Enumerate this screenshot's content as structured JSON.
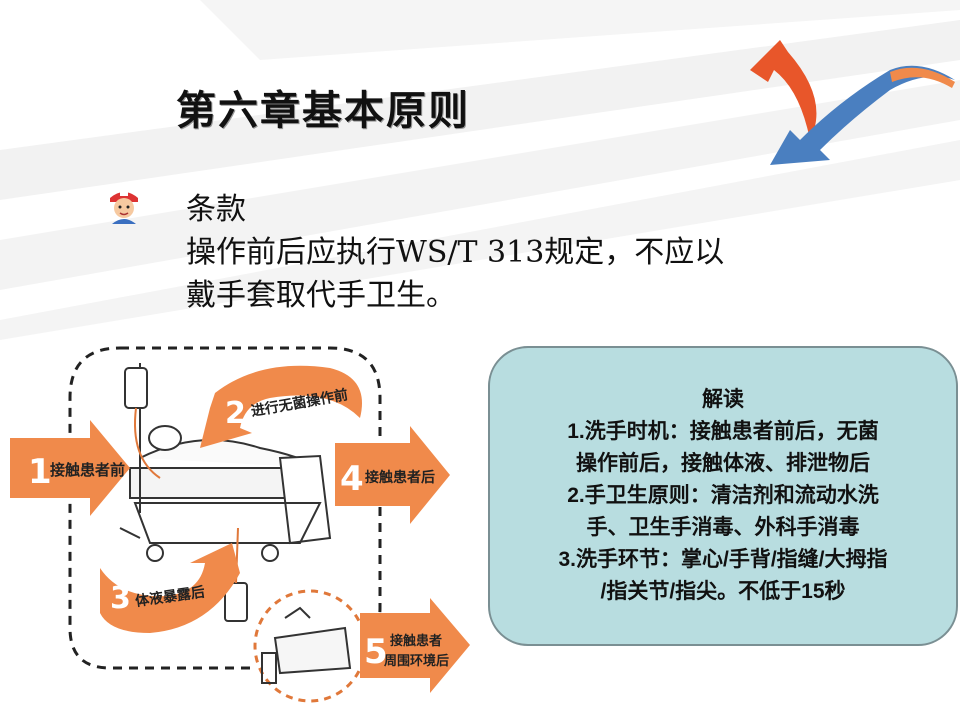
{
  "slide": {
    "title": "第六章基本原则",
    "clause_heading": "条款",
    "clause_lines": [
      "操作前后应执行WS/T 313规定，不应以",
      "戴手套取代手卫生。"
    ]
  },
  "diagram": {
    "steps": [
      {
        "number": "1",
        "label": "接触患者前"
      },
      {
        "number": "2",
        "label": "进行无菌操作前"
      },
      {
        "number": "3",
        "label": "体液暴露后"
      },
      {
        "number": "4",
        "label": "接触患者后"
      },
      {
        "number": "5",
        "label_lines": [
          "接触患者",
          "周围环境后"
        ]
      }
    ],
    "colors": {
      "arrow": "#f08a4b",
      "number": "#ffffff",
      "dash": "#222222",
      "dash_orange": "#e0783a"
    }
  },
  "interpretation": {
    "heading": "解读",
    "lines": [
      "1.洗手时机：接触患者前后，无菌",
      "操作前后，接触体液、排泄物后",
      "2.手卫生原则：清洁剂和流动水洗",
      "手、卫生手消毒、外科手消毒",
      "3.洗手环节：掌心/手背/指缝/大拇指",
      "/指关节/指尖。不低于15秒"
    ]
  },
  "icons": [
    "logo-arrows-icon",
    "nurse-bullet-icon",
    "bed-icon",
    "iv-drip-icon"
  ]
}
